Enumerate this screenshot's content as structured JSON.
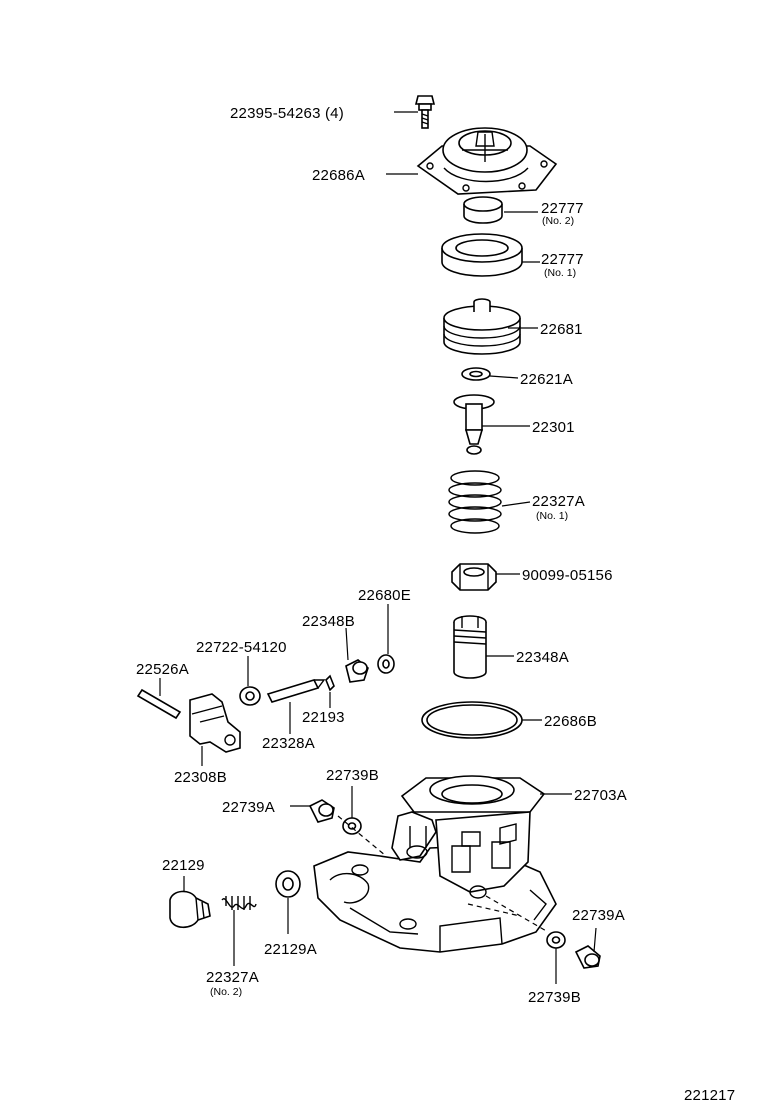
{
  "figure_id": "221217",
  "labels": {
    "p22395": "22395-54263 (4)",
    "p22686A": "22686A",
    "p22777_2": "22777",
    "p22777_2_sub": "(No. 2)",
    "p22777_1": "22777",
    "p22777_1_sub": "(No. 1)",
    "p22681": "22681",
    "p22621A": "22621A",
    "p22301": "22301",
    "p22327A_1": "22327A",
    "p22327A_1_sub": "(No. 1)",
    "p90099": "90099-05156",
    "p22680E": "22680E",
    "p22348B": "22348B",
    "p22722": "22722-54120",
    "p22526A": "22526A",
    "p22348A": "22348A",
    "p22193": "22193",
    "p22328A": "22328A",
    "p22308B": "22308B",
    "p22686B": "22686B",
    "p22739B_top": "22739B",
    "p22739A_left": "22739A",
    "p22703A": "22703A",
    "p22129": "22129",
    "p22129A": "22129A",
    "p22327A_2": "22327A",
    "p22327A_2_sub": "(No. 2)",
    "p22739A_right": "22739A",
    "p22739B_bottom": "22739B"
  }
}
